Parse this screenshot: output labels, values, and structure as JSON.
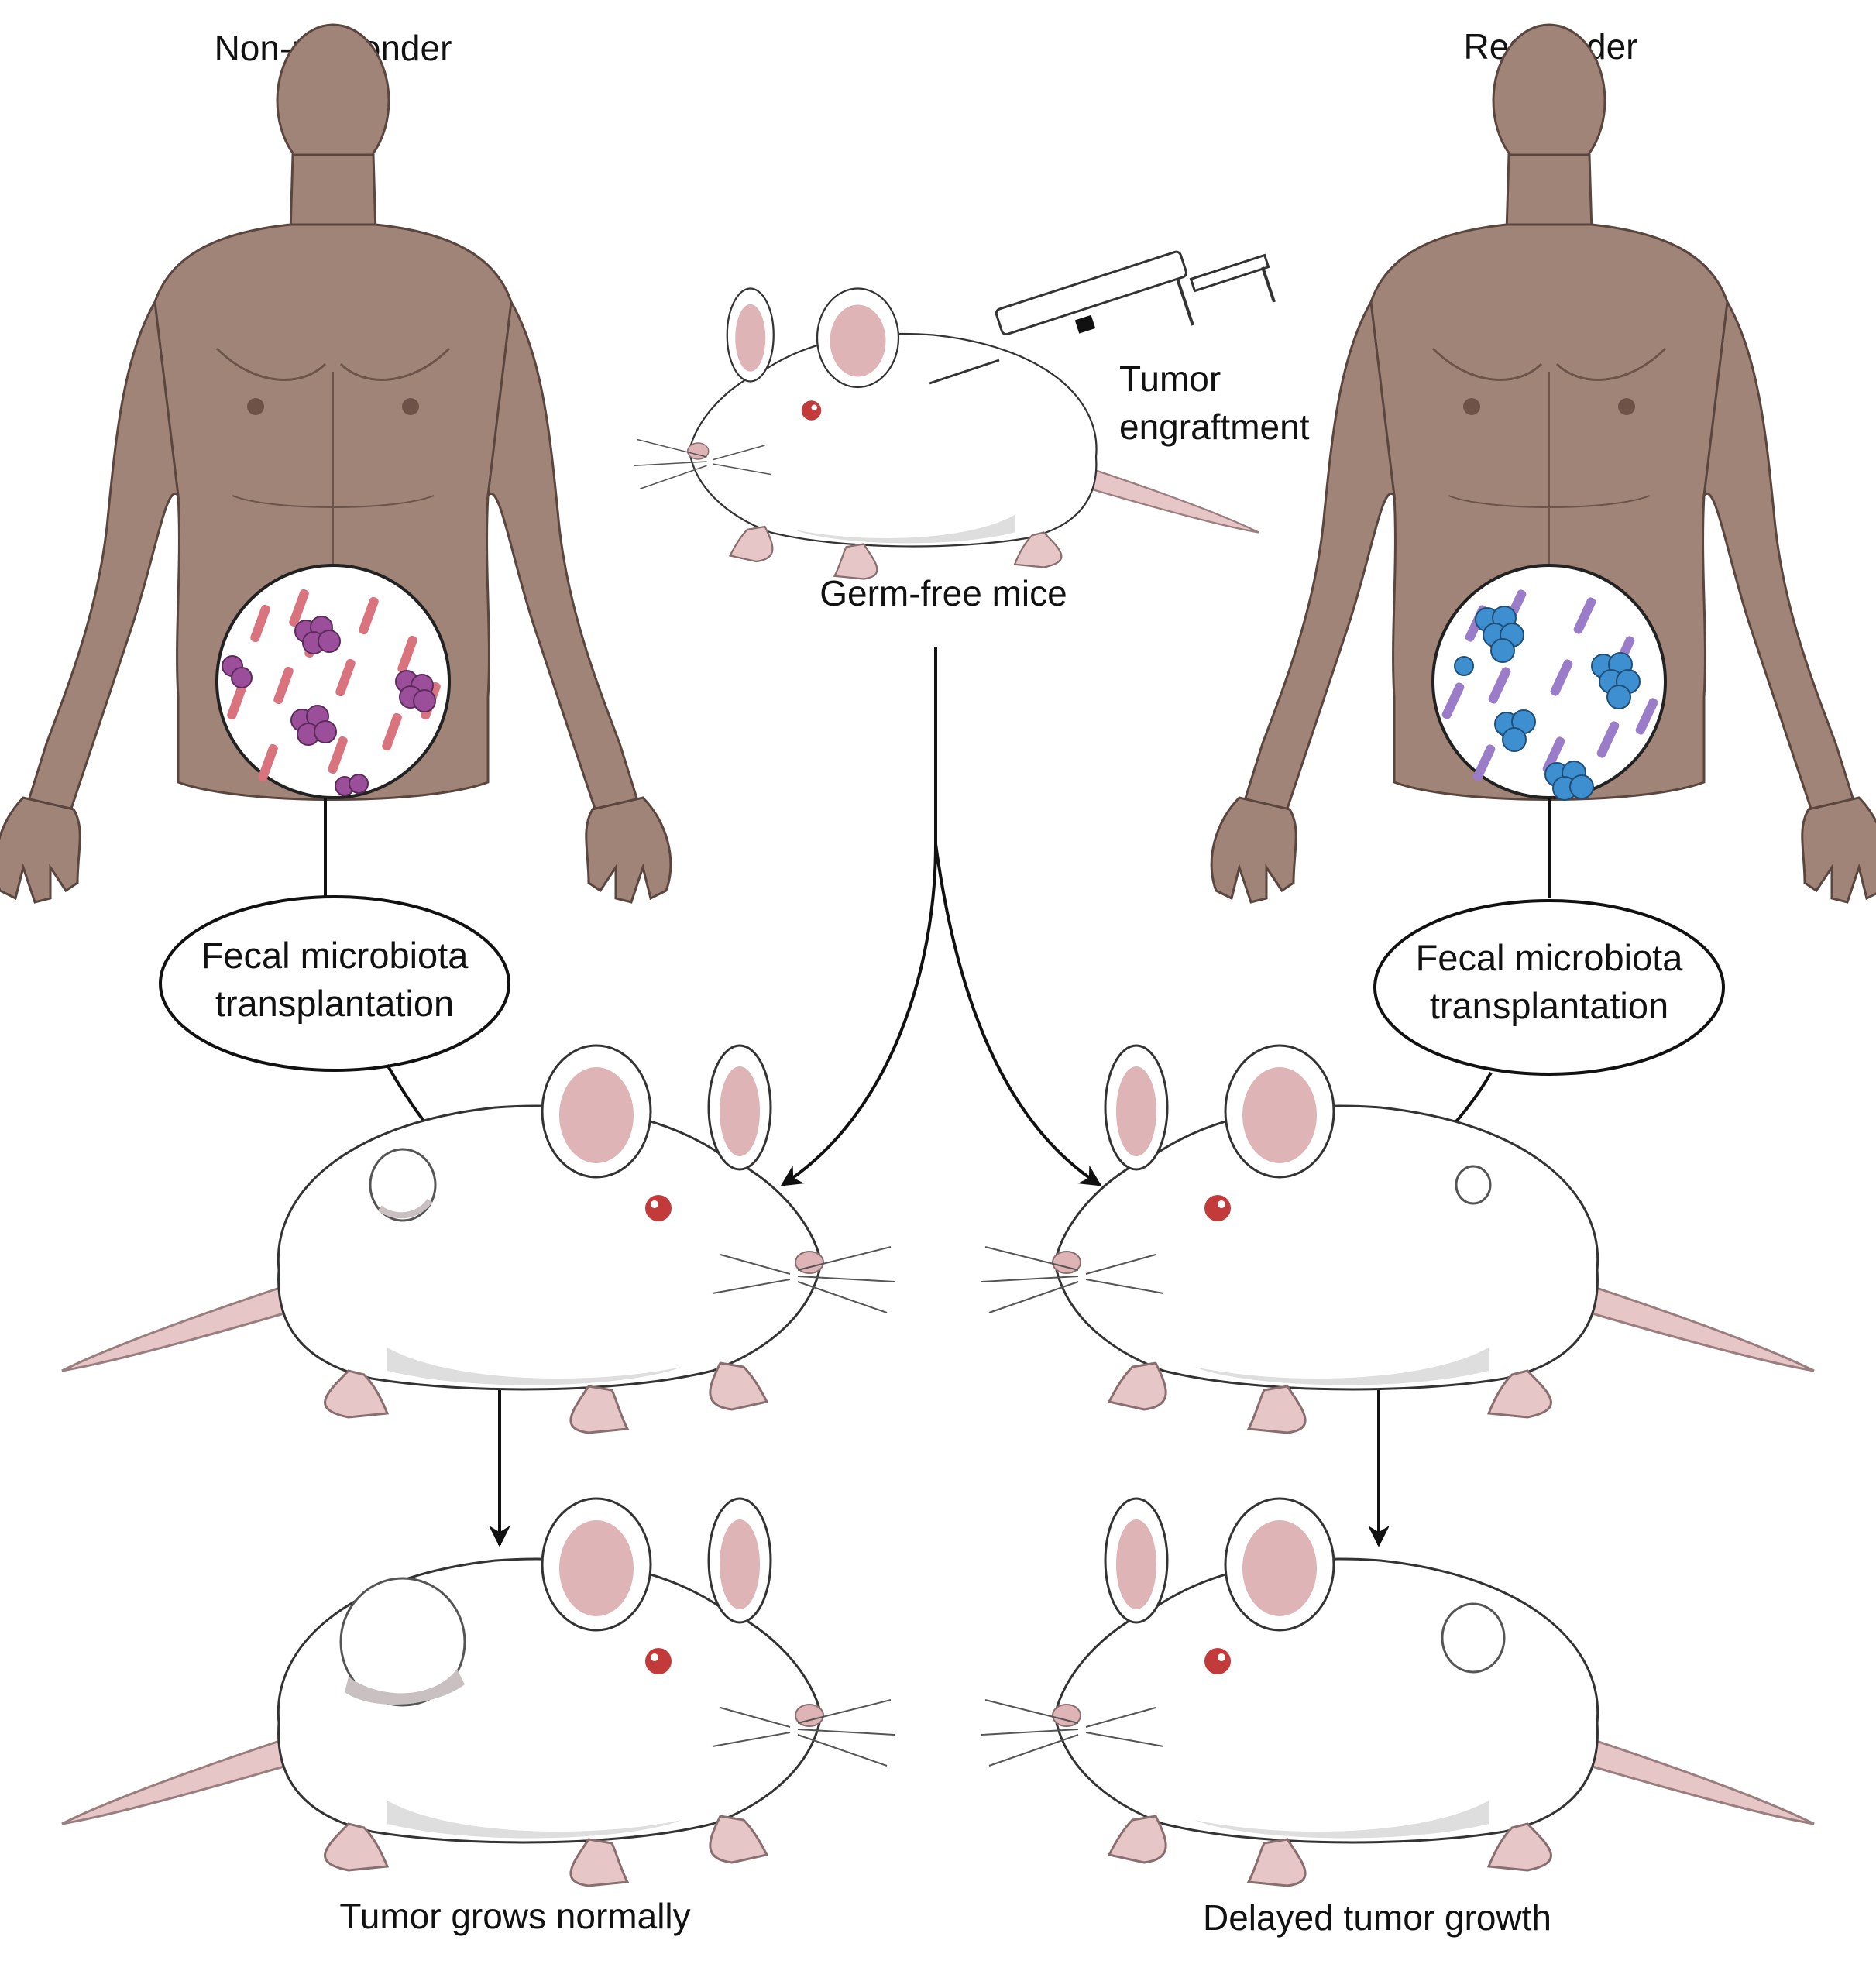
{
  "figure": {
    "non_responder_label": "Non-responder",
    "responder_label": "Responder",
    "germ_free_label": "Germ-free mice",
    "tumor_engraftment_line1": "Tumor",
    "tumor_engraftment_line2": "engraftment",
    "fmt_left_line1": "Fecal microbiota",
    "fmt_left_line2": "transplantation",
    "fmt_right_line1": "Fecal microbiota",
    "fmt_right_line2": "transplantation",
    "outcome_left": "Tumor grows normally",
    "outcome_right": "Delayed tumor growth"
  },
  "colors": {
    "skin": "#a08478",
    "skin_shadow": "#8e7266",
    "gut_left_rods": "#d9737d",
    "gut_left_cocci": "#9b4f9a",
    "gut_right_rods": "#9a7cc8",
    "gut_right_cocci": "#3d8fcf",
    "mouse_body": "#ffffff",
    "mouse_pink": "#dfb4b6",
    "mouse_eye": "#c23a3a",
    "tumor_shade": "#c9c1c1"
  },
  "icons": [
    "human-silhouette-icon",
    "microbiota-circle-icon",
    "mouse-icon",
    "syringe-icon",
    "arrow-icon"
  ]
}
